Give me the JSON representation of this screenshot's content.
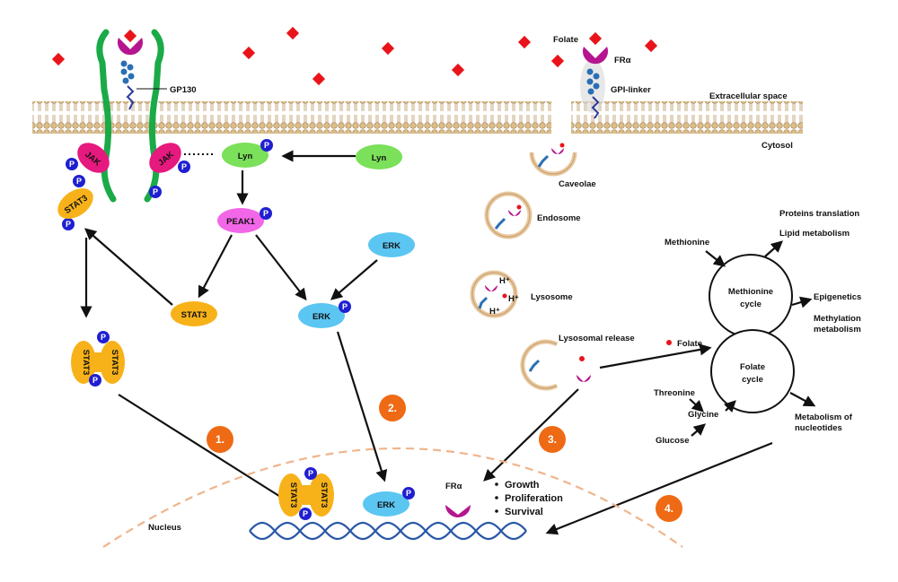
{
  "membrane": {
    "extracellular_label": "Extracellular space",
    "cytosol_label": "Cytosol"
  },
  "receptors": {
    "gp130_label": "GP130",
    "folate_label": "Folate",
    "fra_label": "FRα",
    "gpi_label": "GPI-linker"
  },
  "kinases": {
    "jak_label": "JAK",
    "lyn_label": "Lyn",
    "peak1_label": "PEAK1",
    "erk_label": "ERK",
    "stat3_label": "STAT3",
    "phospho_label": "P"
  },
  "vesicles": {
    "caveolae_label": "Caveolae",
    "endosome_label": "Endosome",
    "lysosome_label": "Lysosome",
    "lysosomal_release_label": "Lysosomal release",
    "hplus_label": "H⁺",
    "folate_label": "Folate"
  },
  "cycles": {
    "methionine_cycle_label": [
      "Methionine",
      "cycle"
    ],
    "folate_cycle_label": [
      "Folate",
      "cycle"
    ],
    "methionine_label": "Methionine",
    "proteins_translation_label": "Proteins translation",
    "lipid_metabolism_label": "Lipid metabolism",
    "epigenetics_label": "Epigenetics",
    "methylation_label": [
      "Methylation",
      "metabolism"
    ],
    "threonine_label": "Threonine",
    "glycine_label": "Glycine",
    "glucose_label": "Glucose",
    "nucleotides_label": [
      "Metabolism of",
      "nucleotides"
    ]
  },
  "nucleus": {
    "nucleus_label": "Nucleus",
    "fra_label": "FRα",
    "outcomes": [
      "Growth",
      "Proliferation",
      "Survival"
    ]
  },
  "steps": [
    "1.",
    "2.",
    "3.",
    "4."
  ],
  "colors": {
    "folate_red": "#e8141a",
    "fra_magenta": "#b5168f",
    "jak_pink": "#e6197e",
    "gp130_green": "#1aaa48",
    "lyn_green": "#7be05a",
    "peak1_violet": "#f266e8",
    "erk_blue": "#5bc6f2",
    "stat3_orange": "#f7b21a",
    "phospho_blue": "#1f1fd1",
    "step_orange": "#ef6a14",
    "membrane_tan": "#d8b98a",
    "dna_blue": "#2a58a8",
    "nuclear_envelope": "#f0b48c"
  }
}
